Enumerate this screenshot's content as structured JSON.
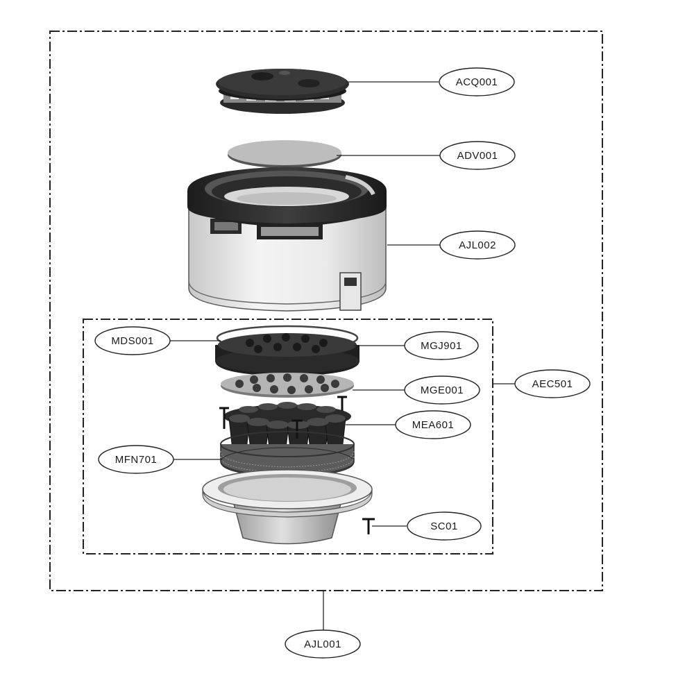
{
  "diagram": {
    "labels": {
      "acq001": "ACQ001",
      "adv001": "ADV001",
      "ajl002": "AJL002",
      "mds001": "MDS001",
      "mgj901": "MGJ901",
      "aec501": "AEC501",
      "mge001": "MGE001",
      "mea601": "MEA601",
      "mfn701": "MFN701",
      "sc01": "SC01",
      "ajl001": "AJL001"
    }
  }
}
